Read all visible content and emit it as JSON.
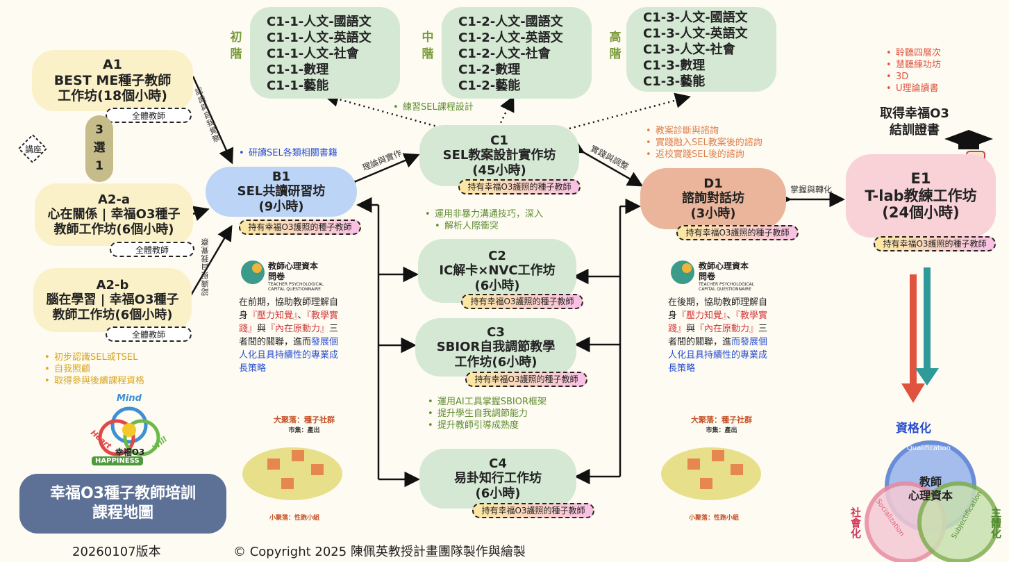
{
  "levels": {
    "c1_1": "初\n階",
    "c1_2": "中\n階",
    "c1_3": "高\n階"
  },
  "c1_lists": [
    [
      "C1-1-人文-國語文",
      "C1-1-人文-英語文",
      "C1-1-人文-社會",
      "C1-1-數理",
      "C1-1-藝能"
    ],
    [
      "C1-2-人文-國語文",
      "C1-2-人文-英語文",
      "C1-2-人文-社會",
      "C1-2-數理",
      "C1-2-藝能"
    ],
    [
      "C1-3-人文-國語文",
      "C1-3-人文-英語文",
      "C1-3-人文-社會",
      "C1-3-數理",
      "C1-3-藝能"
    ]
  ],
  "a1": {
    "code": "A1",
    "title": "BEST ME種子教師",
    "hours": "工作坊(18個小時)",
    "tag": "全體教師"
  },
  "choose": {
    "line1": "3",
    "line2": "選",
    "line3": "1"
  },
  "lecture": "講座",
  "a2a": {
    "code": "A2-a",
    "title": "心在關係 | 幸福O3種子",
    "hours": "教師工作坊(6個小時)",
    "tag": "全體教師"
  },
  "a2b": {
    "code": "A2-b",
    "title": "腦在學習 | 幸福O3種子",
    "hours": "教師工作坊(6個小時)",
    "tag": "全體教師"
  },
  "b1": {
    "code": "B1",
    "title": "SEL共讀研習坊",
    "hours": "(9小時)",
    "tag": "持有幸福O3護照的種子教師"
  },
  "b1_note": "研讀SEL各類相關書籍",
  "c1": {
    "code": "C1",
    "title": "SEL教案設計實作坊",
    "hours": "(45小時)",
    "tag": "持有幸福O3護照的種子教師"
  },
  "c1_note": "練習SEL課程設計",
  "c2": {
    "code": "C2",
    "title": "IC解卡×NVC工作坊",
    "hours": "(6小時)",
    "tag": "持有幸福O3護照的種子教師"
  },
  "c2_note": [
    "運用非暴力溝通技巧，深入",
    "解析人際衝突"
  ],
  "c3": {
    "code": "C3",
    "title": "SBIOR自我調節教學",
    "hours": "工作坊(6小時)",
    "tag": "持有幸福O3護照的種子教師"
  },
  "c3_notes": [
    "運用AI工具掌握SBIOR框架",
    "提升學生自我調節能力",
    "提升教師引導成熟度"
  ],
  "c4": {
    "code": "C4",
    "title": "易卦知行工作坊",
    "hours": "(6小時)",
    "tag": "持有幸福O3護照的種子教師"
  },
  "d1": {
    "code": "D1",
    "title": "諮詢對話坊",
    "hours": "(3小時)",
    "tag": "持有幸福O3護照的種子教師"
  },
  "d1_notes": [
    "教案診斷與諮詢",
    "實踐融入SEL教案後的諮詢",
    "返校實踐SEL後的諮詢"
  ],
  "e1": {
    "code": "E1",
    "title": "T-lab教練工作坊",
    "hours": "(24個小時)",
    "tag": "持有幸福O3護照的種子教師"
  },
  "e1_notes": [
    "聆聽四層次",
    "慧聽練功坊",
    "3D",
    "U理論讀書"
  ],
  "cert": {
    "line1": "取得幸福O3",
    "line2": "結訓證書"
  },
  "edges": {
    "a1_b1": "認識與自我覺察",
    "a2b_b1": "認識與自我覺察",
    "b1_c1": "理論與實作",
    "c1_d1": "實踐與調整",
    "d1_e1": "掌握與轉化"
  },
  "a_notes": [
    "初步認識SEL或TSEL",
    "自我照顧",
    "取得參與後續課程資格"
  ],
  "questionnaire": {
    "title1": "教師心理資本",
    "title2": "問卷",
    "en1": "TEACHER PSYCHOLOGICAL",
    "en2": "CAPITAL QUESTIONNAIRE"
  },
  "q_left": {
    "intro": "在前期，協助教師理解自身",
    "k1": "『壓力知覺』",
    "sep1": "、",
    "k2": "『教學實踐』",
    "sep2": "與",
    "k3": "『內在原動力』",
    "mid": "三者間的關聯，進而",
    "goal": "發展個人化且具持續性的專業成長策略"
  },
  "q_right": {
    "intro": "在後期，協助教師理解自身",
    "k1": "『壓力知覺』",
    "sep1": "、",
    "k2": "『教學實踐』",
    "sep2": "與",
    "k3": "『內在原動力』",
    "mid": "三者間的關聯，進",
    "goal": "而發展個人化且具持續性的專業成長策略"
  },
  "village": {
    "top": "大聚落：種子社群",
    "sub": "市集：產出",
    "bottom": "小聚落：性跑小組"
  },
  "logo": {
    "mind": "Mind",
    "heart": "Heart",
    "will": "Will",
    "name": "幸福O3",
    "en": "HAPPINESS"
  },
  "map_title": {
    "line1": "幸福O3種子教師培訓",
    "line2": "課程地圖"
  },
  "version": "20260107版本",
  "copyright": "© Copyright 2025 陳佩英教授計畫團隊製作與繪製",
  "venn": {
    "top": "資格化",
    "left": "社會化",
    "right": "主體化",
    "center1": "教師",
    "center2": "心理資本",
    "q": "Qualification",
    "s": "Socialization",
    "sub": "Subjectification"
  },
  "colors": {
    "arrow_red": "#e0533e",
    "arrow_teal": "#2f9a9a",
    "venn_blue": "#5b82d6",
    "venn_pink": "#e88aa0",
    "venn_green": "#7fae4f",
    "title_bg": "#5d7196"
  }
}
